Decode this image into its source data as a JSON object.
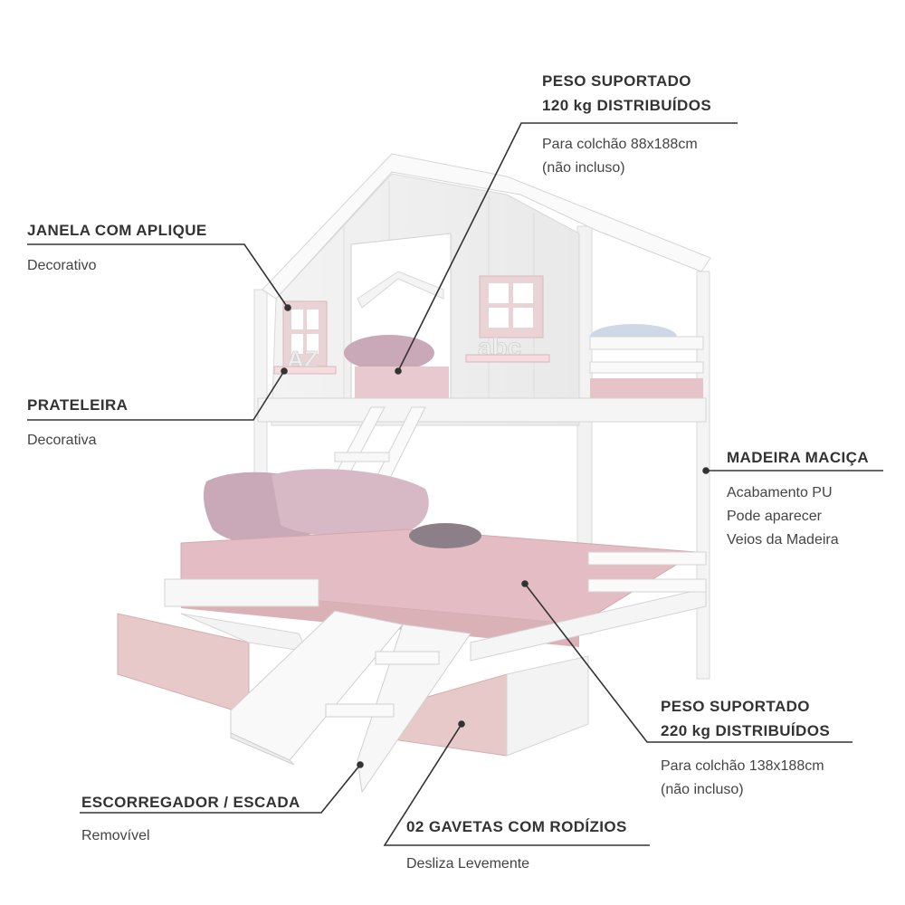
{
  "annotations": {
    "peso_top": {
      "title_line1": "PESO SUPORTADO",
      "title_line2": "120 kg DISTRIBUÍDOS",
      "desc_line1": "Para colchão 88x188cm",
      "desc_line2": "(não incluso)"
    },
    "janela": {
      "title": "JANELA COM APLIQUE",
      "desc": "Decorativo"
    },
    "prateleira": {
      "title": "PRATELEIRA",
      "desc": "Decorativa"
    },
    "madeira": {
      "title": "MADEIRA MACIÇA",
      "desc_line1": "Acabamento PU",
      "desc_line2": "Pode aparecer",
      "desc_line3": "Veios da Madeira"
    },
    "peso_bottom": {
      "title_line1": "PESO SUPORTADO",
      "title_line2": "220 kg DISTRIBUÍDOS",
      "desc_line1": "Para colchão 138x188cm",
      "desc_line2": "(não incluso)"
    },
    "escorregador": {
      "title": "ESCORREGADOR / ESCADA",
      "desc": "Removível"
    },
    "gavetas": {
      "title": "02 GAVETAS COM RODÍZIOS",
      "desc": "Desliza Levemente"
    }
  },
  "decor": {
    "left_letters": "AZ",
    "right_letters": "abc"
  },
  "colors": {
    "wood_white": "#f7f7f7",
    "pink": "#e8c9c9",
    "mattress_pink": "#e4bcc3",
    "pillow_mauve": "#c9a9b8",
    "leader_line": "#333333"
  }
}
